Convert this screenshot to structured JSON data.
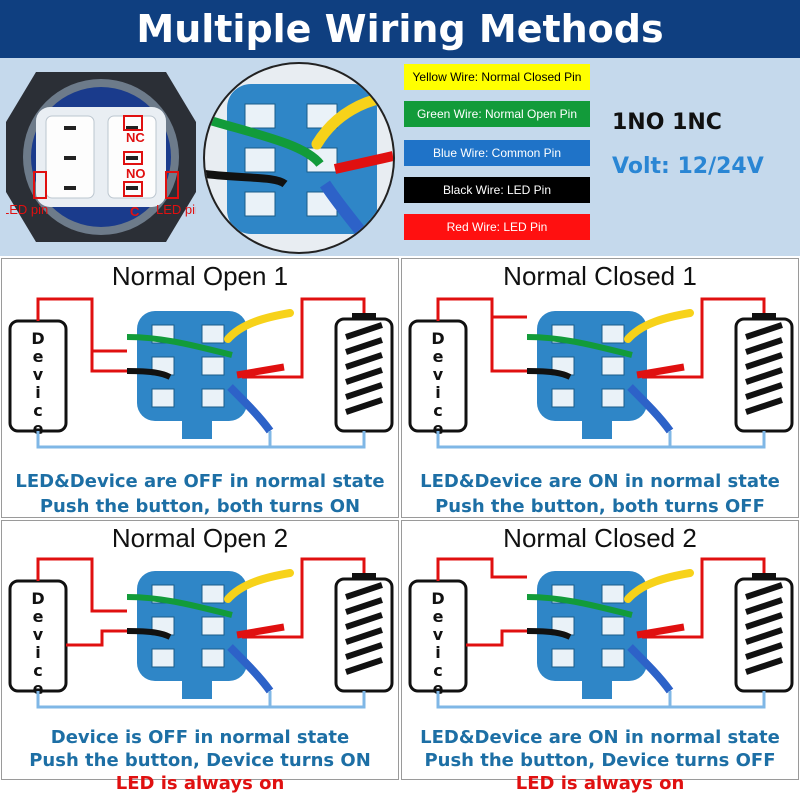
{
  "title": "Multiple Wiring Methods",
  "photo": {
    "nc": "NC",
    "no": "NO",
    "c": "C",
    "led_left": "LED pin",
    "led_right": "LED pin"
  },
  "legend": [
    {
      "label": "Yellow Wire: Normal Closed Pin",
      "bg": "#ffff00",
      "fg": "#000000"
    },
    {
      "label": "Green Wire: Normal Open Pin",
      "bg": "#129b3a",
      "fg": "#ffffff"
    },
    {
      "label": "Blue Wire: Common Pin",
      "bg": "#1f73c8",
      "fg": "#ffffff"
    },
    {
      "label": "Black Wire: LED Pin",
      "bg": "#000000",
      "fg": "#ffffff"
    },
    {
      "label": "Red Wire: LED Pin",
      "bg": "#ff1010",
      "fg": "#ffffff"
    }
  ],
  "info": {
    "contacts": "1NO 1NC",
    "volt": "Volt: 12/24V"
  },
  "device_label": "Device",
  "panels": [
    {
      "title": "Normal Open 1",
      "lines": [
        "LED&Device are OFF in normal state",
        "Push the button, both turns ON"
      ],
      "note": ""
    },
    {
      "title": "Normal Closed 1",
      "lines": [
        "LED&Device are ON in normal state",
        "Push the button, both turns OFF"
      ],
      "note": ""
    },
    {
      "title": "Normal Open 2",
      "lines": [
        "Device is OFF in normal state",
        "Push the button, Device turns ON"
      ],
      "note": "LED is always on"
    },
    {
      "title": "Normal Closed 2",
      "lines": [
        "LED&Device are ON in normal state",
        "Push the button, Device turns OFF"
      ],
      "note": "LED is always on"
    }
  ]
}
